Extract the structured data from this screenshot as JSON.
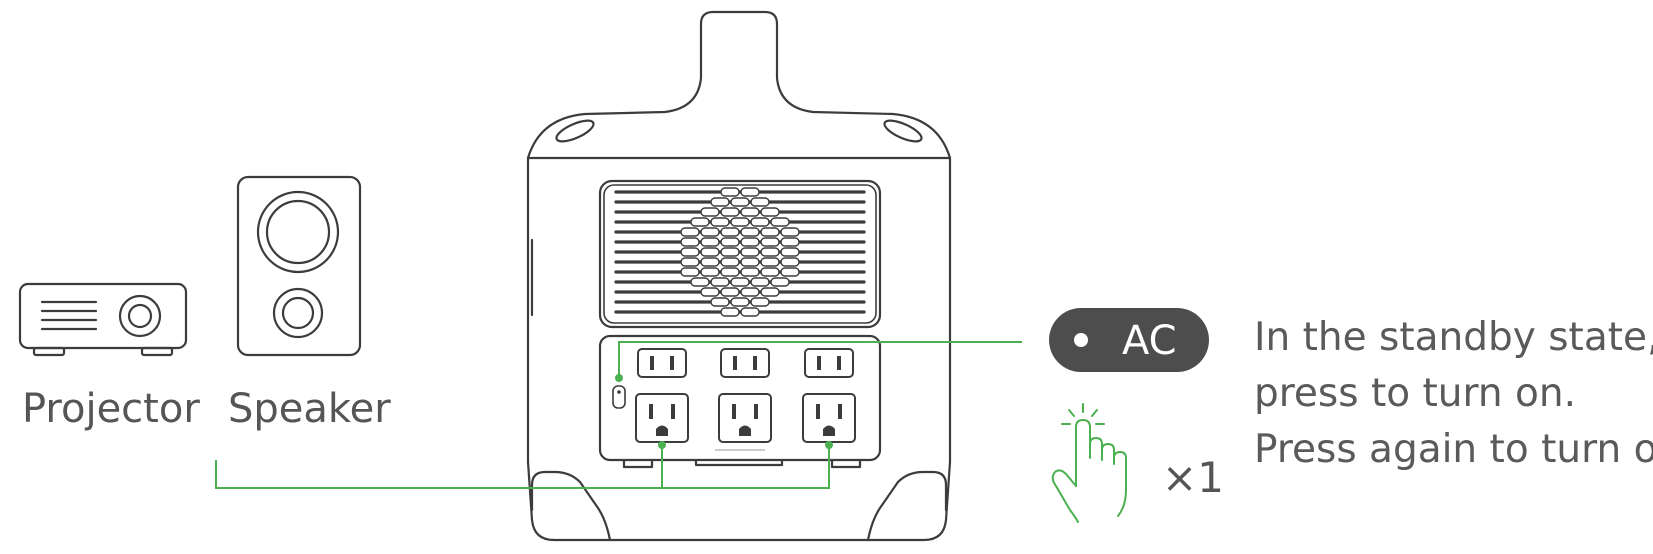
{
  "devices": {
    "projector_label": "Projector",
    "speaker_label": "Speaker"
  },
  "ac_button": {
    "label": "AC"
  },
  "press": {
    "count": "×1"
  },
  "instruction": {
    "line1": "In the standby state,",
    "line2": "press to turn on.",
    "line3": "Press again to turn off."
  },
  "colors": {
    "accent_green": "#4caf50",
    "outline": "#3c3c3c",
    "button_fill": "#4d4d4d",
    "text_gray": "#555555"
  }
}
